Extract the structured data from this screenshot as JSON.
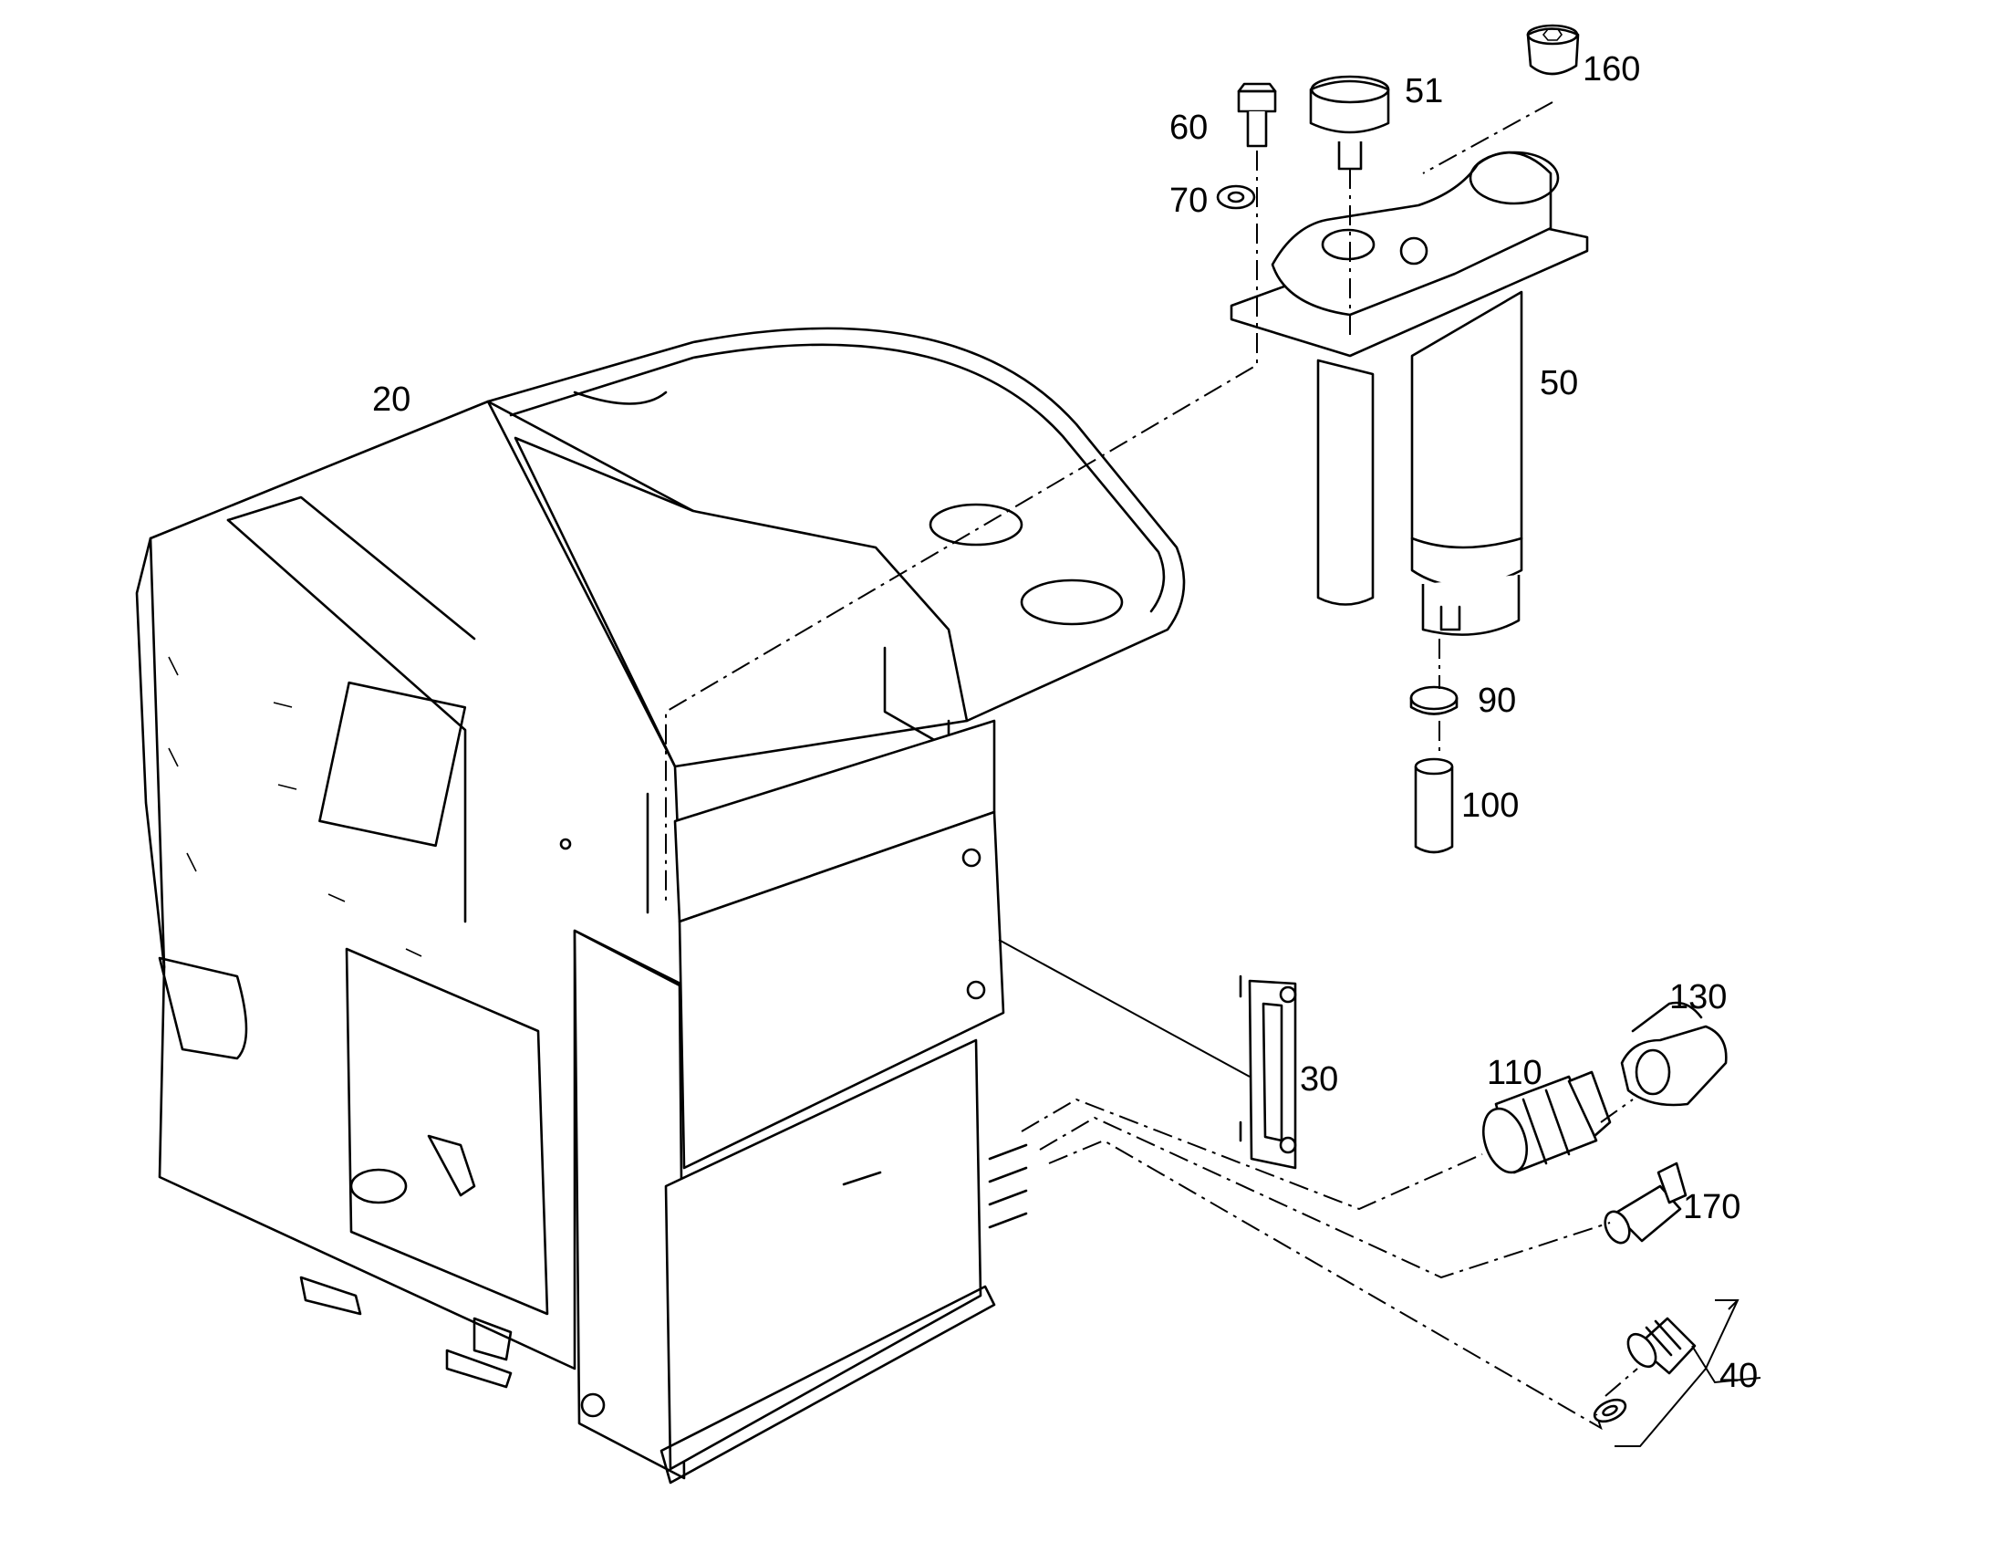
{
  "labels": {
    "p20": "20",
    "p30": "30",
    "p40": "40",
    "p50": "50",
    "p51": "51",
    "p60": "60",
    "p70": "70",
    "p90": "90",
    "p100": "100",
    "p110": "110",
    "p130": "130",
    "p160": "160",
    "p170": "170"
  },
  "colors": {
    "line": "#000000",
    "background": "#ffffff"
  }
}
